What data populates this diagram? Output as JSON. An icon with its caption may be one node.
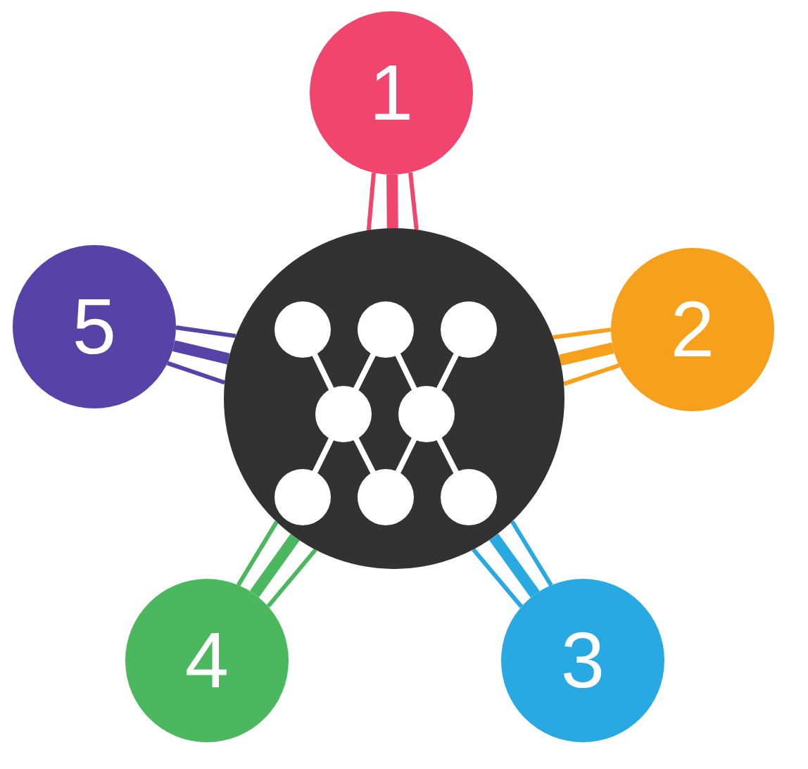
{
  "diagram": {
    "nodes": [
      {
        "text": [
          "1"
        ]
      },
      {
        "text": [
          "2"
        ]
      },
      {
        "text": [
          "3"
        ]
      },
      {
        "text": [
          "4"
        ]
      },
      {
        "text": [
          "5"
        ]
      },
      {
        "text": [],
        "shape": "circle"
      }
    ],
    "edges": [
      {
        "from": 0,
        "to": 5,
        "arrow": "none",
        "color": "#f0466e"
      },
      {
        "from": 0,
        "to": 5,
        "arrow": "none",
        "style": "thick",
        "color": "#f0466e"
      },
      {
        "from": 0,
        "to": 5,
        "arrow": "none",
        "color": "#f0466e"
      },
      {
        "from": 1,
        "to": 5,
        "arrow": "none",
        "color": "#f7a01c"
      },
      {
        "from": 1,
        "to": 5,
        "arrow": "none",
        "style": "thick",
        "color": "#f7a01c"
      },
      {
        "from": 1,
        "to": 5,
        "arrow": "none",
        "color": "#f7a01c"
      },
      {
        "from": 2,
        "to": 5,
        "arrow": "none",
        "color": "#29a9e1"
      },
      {
        "from": 2,
        "to": 5,
        "arrow": "none",
        "style": "thick",
        "color": "#29a9e1"
      },
      {
        "from": 2,
        "to": 5,
        "arrow": "none",
        "color": "#29a9e1"
      },
      {
        "from": 3,
        "to": 5,
        "arrow": "none",
        "color": "#4bb85f"
      },
      {
        "from": 3,
        "to": 5,
        "arrow": "none",
        "style": "thick",
        "color": "#4bb85f"
      },
      {
        "from": 3,
        "to": 5,
        "arrow": "none",
        "color": "#4bb85f"
      },
      {
        "from": 4,
        "to": 5,
        "arrow": "none",
        "color": "#5543a8"
      },
      {
        "from": 4,
        "to": 5,
        "arrow": "none",
        "style": "thick",
        "color": "#5543a8"
      },
      {
        "from": 4,
        "to": 5,
        "arrow": "none",
        "color": "#5543a8"
      }
    ]
  }
}
